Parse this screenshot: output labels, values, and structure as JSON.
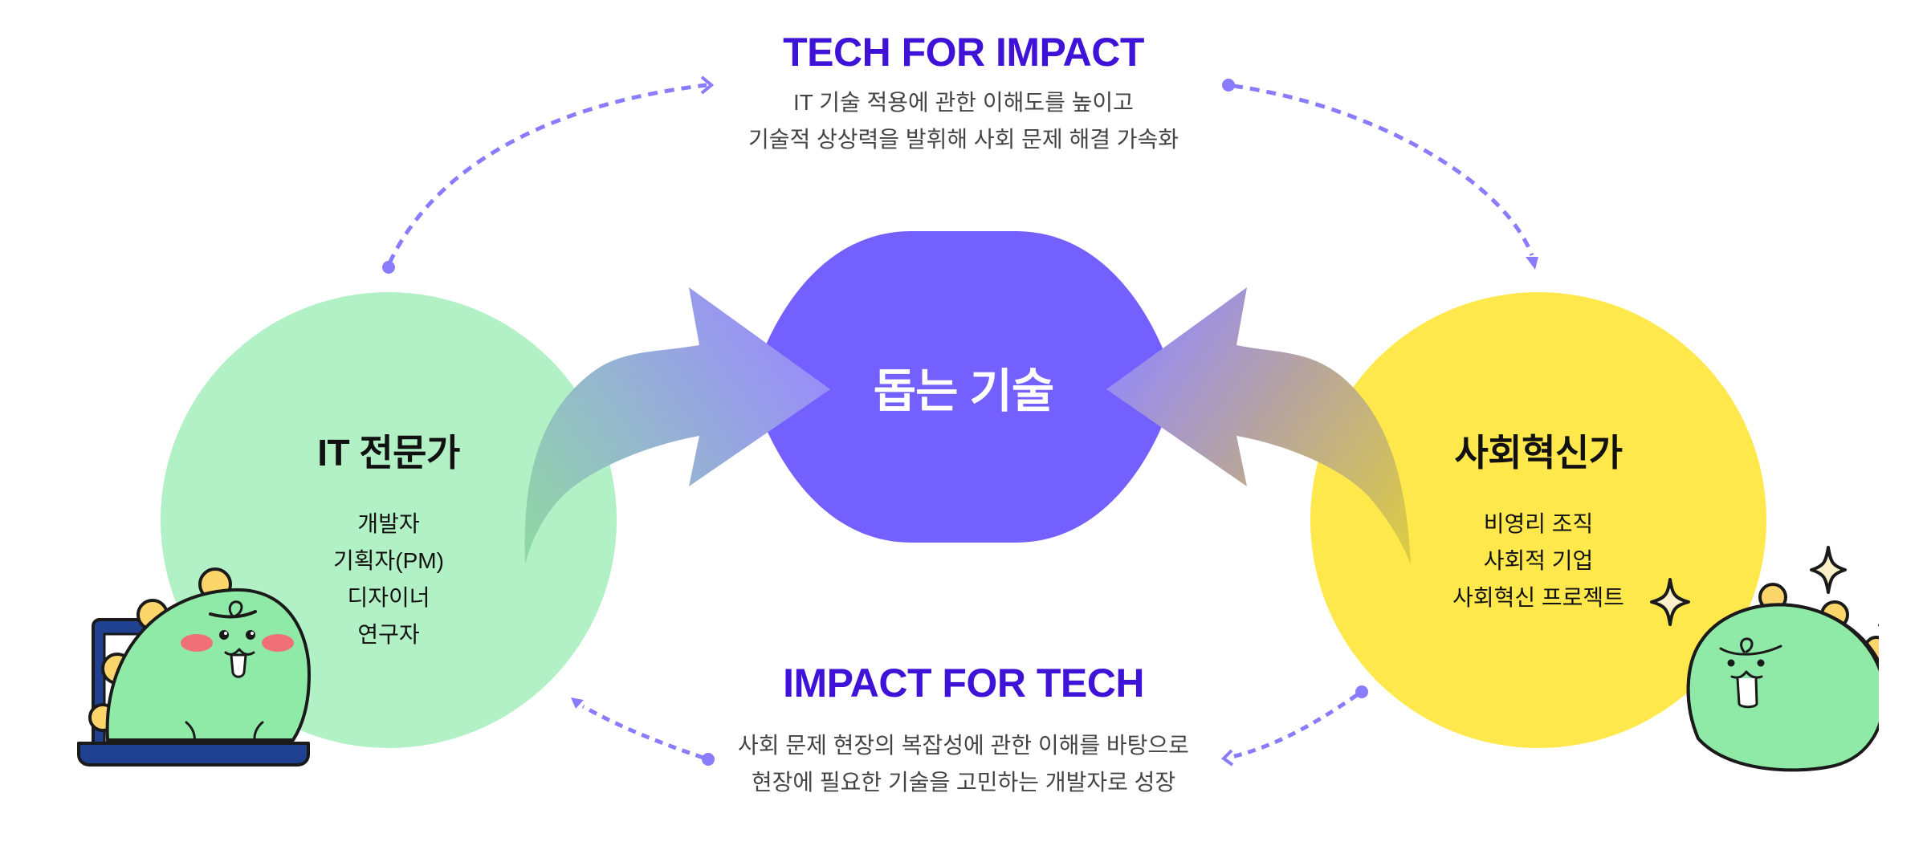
{
  "top_section": {
    "title": "TECH FOR IMPACT",
    "lines": [
      "IT 기술 적용에 관한 이해도를 높이고",
      "기술적 상상력을 발휘해 사회 문제 해결 가속화"
    ]
  },
  "bottom_section": {
    "title": "IMPACT FOR TECH",
    "lines": [
      "사회 문제 현장의 복잡성에 관한 이해를 바탕으로",
      "현장에 필요한 기술을 고민하는 개발자로 성장"
    ]
  },
  "center": {
    "label": "돕는 기술",
    "color": "#7360ff"
  },
  "left_circle": {
    "title": "IT 전문가",
    "items": [
      "개발자",
      "기획자(PM)",
      "디자이너",
      "연구자"
    ],
    "color": "#b1f1c5"
  },
  "right_circle": {
    "title": "사회혁신가",
    "items": [
      "비영리 조직",
      "사회적 기업",
      "사회혁신 프로젝트"
    ],
    "color": "#ffe84c"
  },
  "colors": {
    "headline": "#3f12d8",
    "body_text": "#444444",
    "dashed_arrow": "#8a7cff",
    "mascot_body": "#8fe9a7",
    "mascot_spikes": "#fdd66b",
    "laptop": "#20418f",
    "sparkle": "#fbf0c8"
  },
  "icons": {
    "left_mascot": "dinosaur-mascot-with-laptop-icon",
    "right_mascot": "dinosaur-mascot-with-sparkles-icon",
    "left_arrow": "curved-gradient-arrow-right-icon",
    "right_arrow": "curved-gradient-arrow-left-icon"
  }
}
